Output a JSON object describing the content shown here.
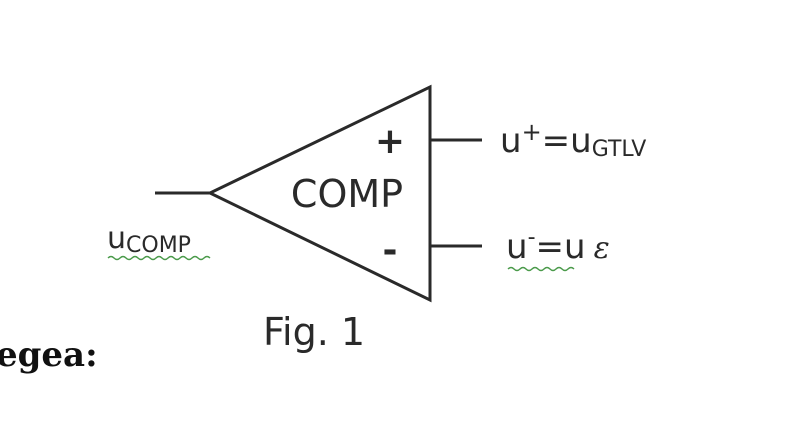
{
  "diagram": {
    "block_label": "COMP",
    "plus_sign": "+",
    "minus_sign": "-",
    "input_label": {
      "base": "u",
      "subscript": "COMP"
    },
    "output_plus_label": {
      "base": "u",
      "sup": "+",
      "equals": "=u",
      "subscript": "GTLV"
    },
    "output_minus_label": {
      "base": "u",
      "sup": "-",
      "equals": "=u",
      "symbol": "ε"
    },
    "caption": "Fig. 1"
  },
  "side_text": "egea:",
  "colors": {
    "line": "#2a2a2a",
    "text": "#2a2a2a",
    "spellcheck_underline": "#4a9a4a"
  }
}
